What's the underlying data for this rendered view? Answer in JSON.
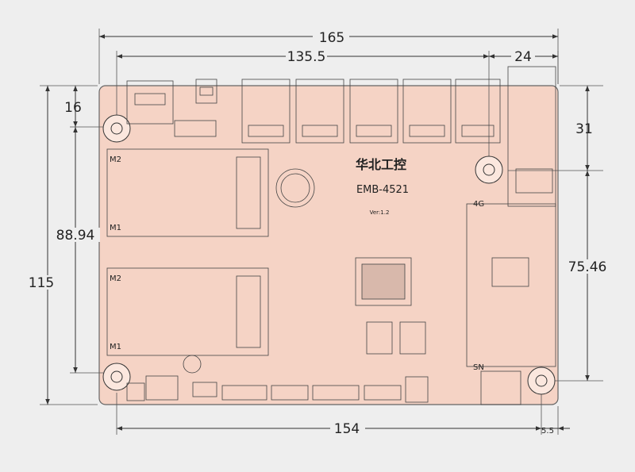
{
  "board": {
    "brand": "华北工控",
    "model": "EMB-4521",
    "version": "Ver:1.2",
    "colors": {
      "pcb": "#f5d3c5",
      "outline": "#666666",
      "line": "#333333",
      "bg": "#eeeeee"
    }
  },
  "dimensions": {
    "overall_width": "165",
    "hole_span_top": "135.5",
    "right_offset": "24",
    "left_hole_offset": "16",
    "right_hole_offset": "31",
    "left_hole_span": "88.94",
    "overall_height": "115",
    "right_hole_span": "75.46",
    "bottom_hole_span": "154",
    "bottom_right_offset": "5.5"
  },
  "silkscreen": {
    "m2": "M2",
    "m1": "M1",
    "four_g": "4G",
    "sn": "SN"
  }
}
